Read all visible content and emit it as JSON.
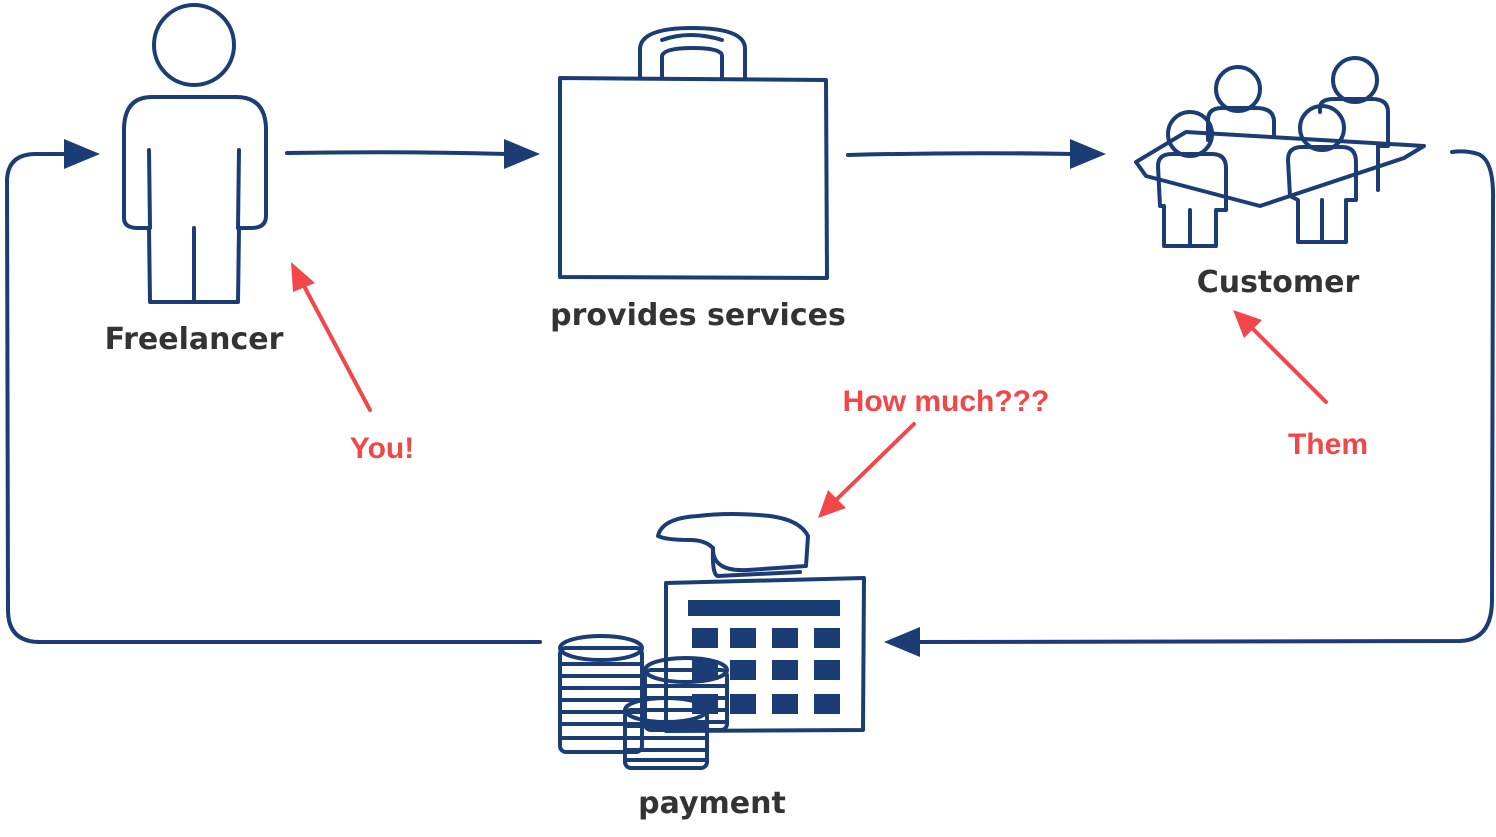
{
  "colors": {
    "ink": "#1b3c74",
    "annotation": "#f24749",
    "label": "#333333"
  },
  "nodes": {
    "freelancer": {
      "label": "Freelancer",
      "icon": "person-icon"
    },
    "services": {
      "label": "provides services",
      "icon": "briefcase-icon"
    },
    "customer": {
      "label": "Customer",
      "icon": "meeting-group-icon"
    },
    "payment": {
      "label": "payment",
      "icon": "cash-register-coins-icon"
    }
  },
  "annotations": {
    "you": "You!",
    "them": "Them",
    "how_much": "How much???"
  }
}
